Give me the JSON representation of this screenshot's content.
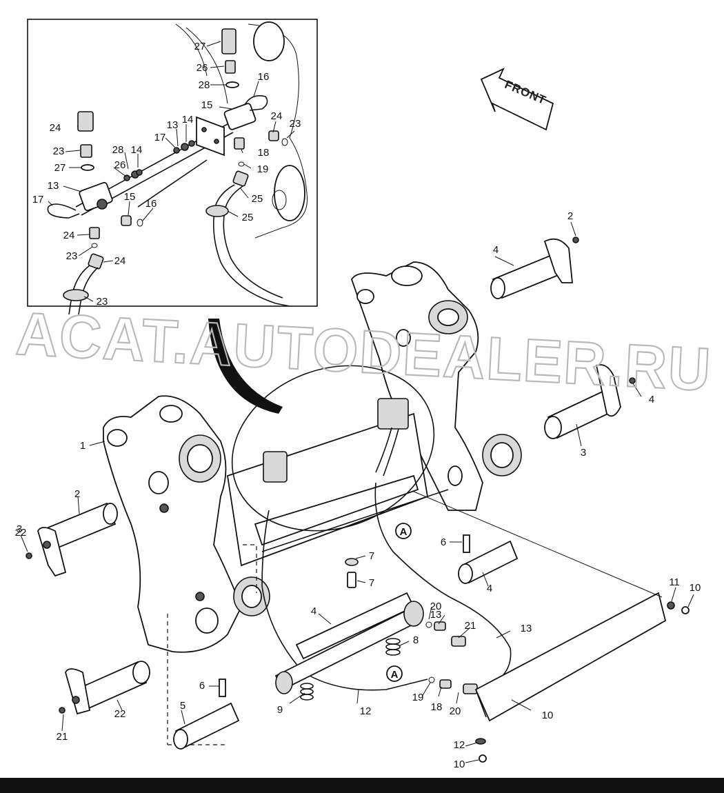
{
  "front_label": "FRONT",
  "detail_marker": "A",
  "watermark": "ACAT.AUTODEALER.RU",
  "callouts": {
    "inset": [
      "27",
      "26",
      "28",
      "16",
      "15",
      "24",
      "23",
      "13",
      "14",
      "17",
      "24",
      "23",
      "27",
      "26",
      "28",
      "14",
      "13",
      "17",
      "15",
      "16",
      "24",
      "23",
      "24",
      "23",
      "18",
      "19",
      "25",
      "25"
    ],
    "main": [
      "1",
      "2",
      "3",
      "4",
      "2",
      "4",
      "3",
      "4",
      "4",
      "5",
      "6",
      "6",
      "7",
      "7",
      "8",
      "9",
      "10",
      "10",
      "10",
      "11",
      "12",
      "12",
      "13",
      "13",
      "18",
      "19",
      "20",
      "20",
      "21",
      "21",
      "22",
      "22"
    ]
  },
  "colors": {
    "line": "#111111",
    "shade": "#d9d9d9",
    "watermark": "#b8b8b8"
  }
}
